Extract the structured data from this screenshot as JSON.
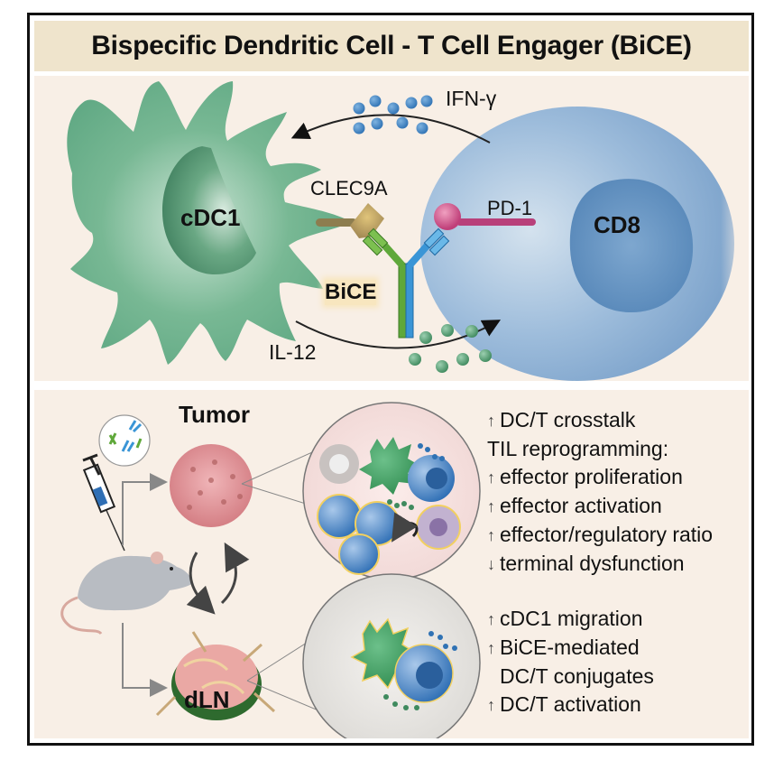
{
  "title": "Bispecific Dendritic Cell - T Cell Engager (BiCE)",
  "top_panel": {
    "cell_left": "cDC1",
    "cell_right": "CD8",
    "receptor_left": "CLEC9A",
    "receptor_right": "PD-1",
    "engager": "BiCE",
    "cytokine_top": "IFN-γ",
    "cytokine_bottom": "IL-12",
    "colors": {
      "dc_green": "#5fa883",
      "t_cell_blue": "#8fb2d4",
      "pd1_magenta": "#c0407a",
      "clec9a_tan": "#a48a55",
      "ifn_dots": "#3a7fbf",
      "il12_dots": "#4f9a6e"
    }
  },
  "bottom_panel": {
    "tumor_label": "Tumor",
    "dln_label": "dLN",
    "tumor_effects": [
      {
        "arrow": "up",
        "text": "DC/T crosstalk"
      },
      {
        "arrow": "none",
        "text": "TIL reprogramming:"
      },
      {
        "arrow": "up",
        "text": "effector proliferation"
      },
      {
        "arrow": "up",
        "text": "effector activation"
      },
      {
        "arrow": "up",
        "text": "effector/regulatory ratio"
      },
      {
        "arrow": "down",
        "text": "terminal dysfunction"
      }
    ],
    "dln_effects": [
      {
        "arrow": "up",
        "text": "cDC1 migration"
      },
      {
        "arrow": "up",
        "text": "BiCE-mediated"
      },
      {
        "arrow": "indent",
        "text": "DC/T conjugates"
      },
      {
        "arrow": "up",
        "text": "DC/T activation"
      }
    ],
    "arrow_symbols": {
      "up": "↑",
      "down": "↓"
    }
  }
}
